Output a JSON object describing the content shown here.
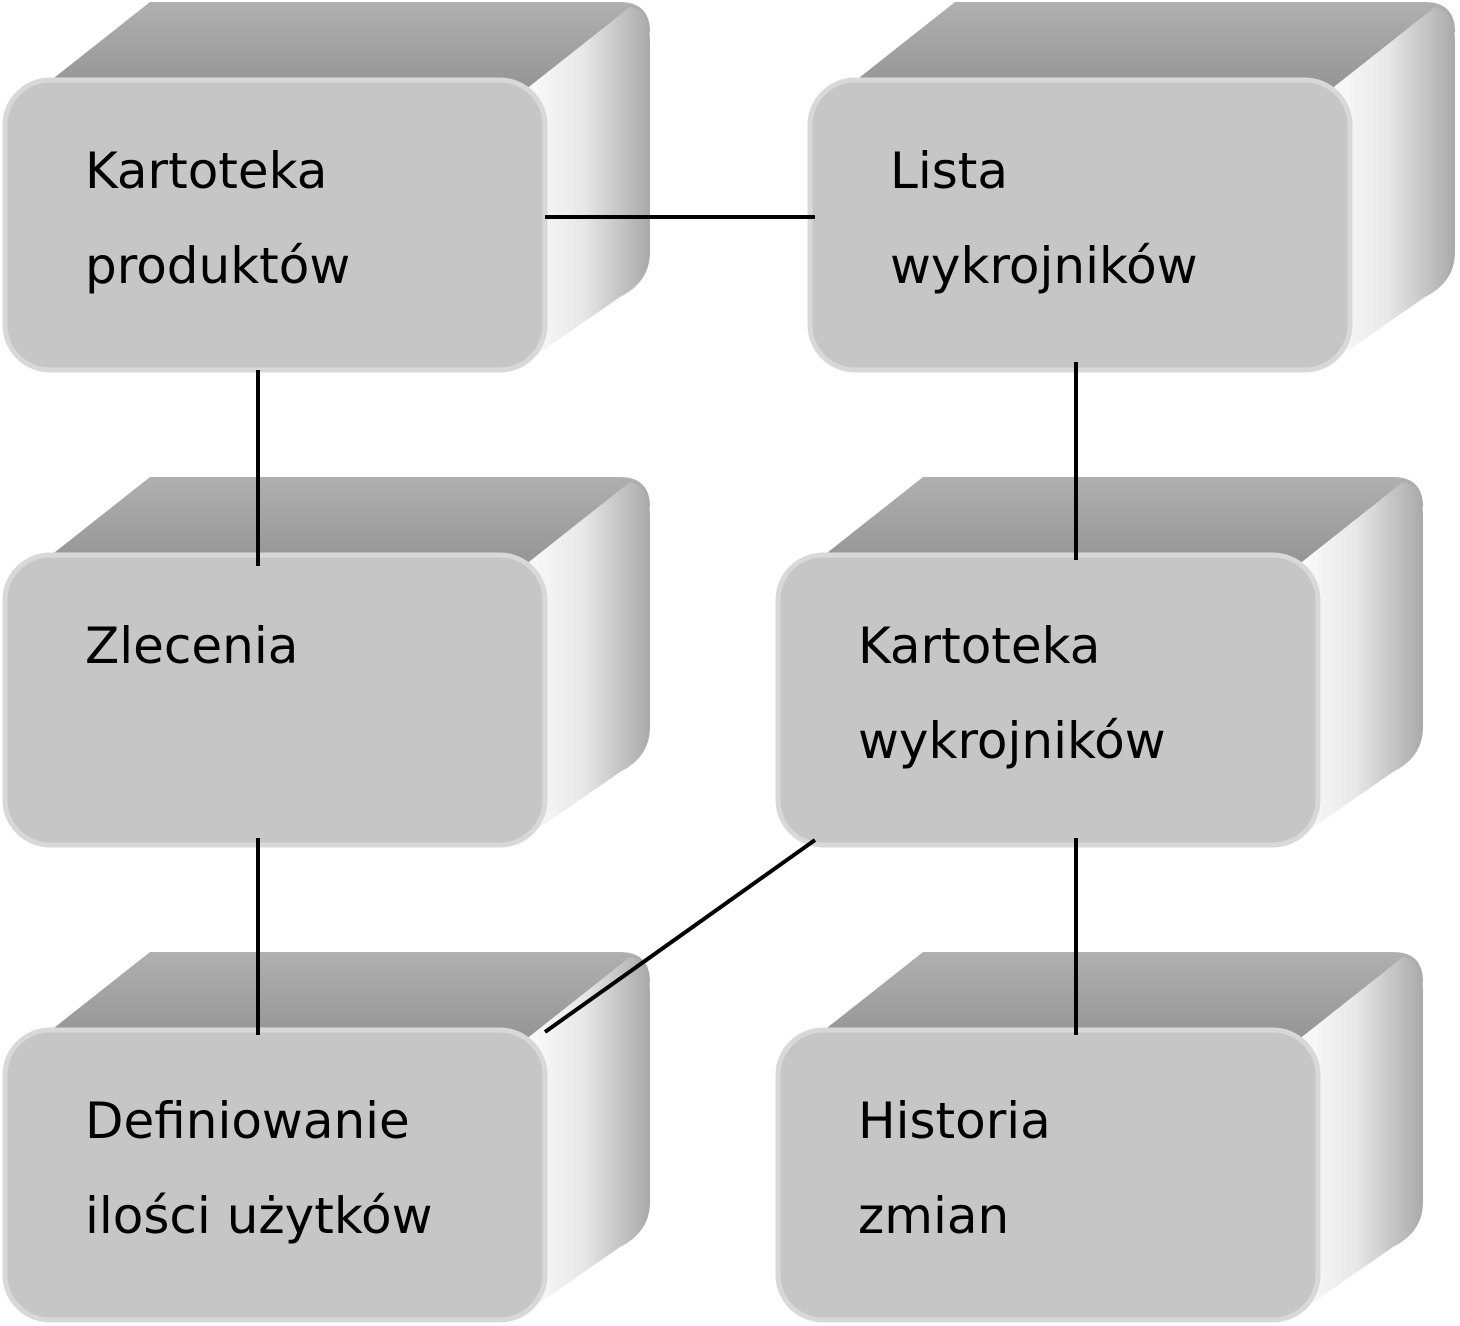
{
  "nodes": [
    {
      "id": "kartoteka-produktow",
      "lines": [
        "Kartoteka",
        "produktów"
      ]
    },
    {
      "id": "lista-wykrojnikow",
      "lines": [
        "Lista",
        "wykrojników"
      ]
    },
    {
      "id": "zlecenia",
      "lines": [
        "Zlecenia"
      ]
    },
    {
      "id": "kartoteka-wykrojnikow",
      "lines": [
        "Kartoteka",
        "wykrojników"
      ]
    },
    {
      "id": "definiowanie-ilosci-uzytkow",
      "lines": [
        "Definiowanie",
        "ilości użytków"
      ]
    },
    {
      "id": "historia-zmian",
      "lines": [
        "Historia",
        "zmian"
      ]
    }
  ],
  "edges": [
    [
      "kartoteka-produktow",
      "lista-wykrojnikow"
    ],
    [
      "kartoteka-produktow",
      "zlecenia"
    ],
    [
      "lista-wykrojnikow",
      "kartoteka-wykrojnikow"
    ],
    [
      "zlecenia",
      "definiowanie-ilosci-uzytkow"
    ],
    [
      "kartoteka-wykrojnikow",
      "definiowanie-ilosci-uzytkow"
    ],
    [
      "kartoteka-wykrojnikow",
      "historia-zmian"
    ]
  ],
  "colors": {
    "front": "#c6c6c6",
    "top": "#9a9a9a",
    "side_light": "#ffffff",
    "side_dark": "#a8a8a8",
    "edge": "#000000"
  }
}
